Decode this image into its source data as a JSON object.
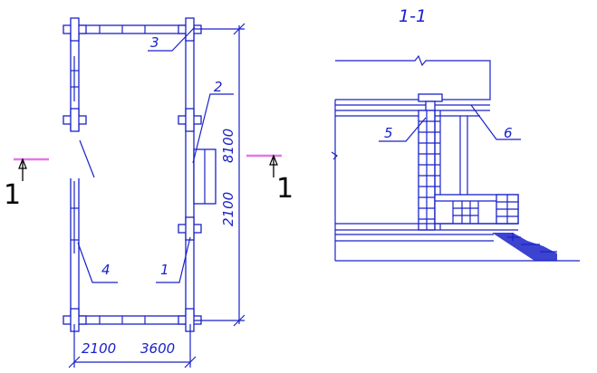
{
  "plan": {
    "callouts": [
      "3",
      "2",
      "4",
      "1"
    ],
    "dim_vertical": [
      "8100",
      "2100"
    ],
    "dim_horizontal": [
      "2100",
      "3600"
    ],
    "cut_mark": "1"
  },
  "section": {
    "title": "1-1",
    "callouts": [
      "5",
      "6"
    ]
  },
  "colors": {
    "line": "#1a22c8",
    "cut_line": "#e676e6",
    "cut_label": "#000000"
  }
}
